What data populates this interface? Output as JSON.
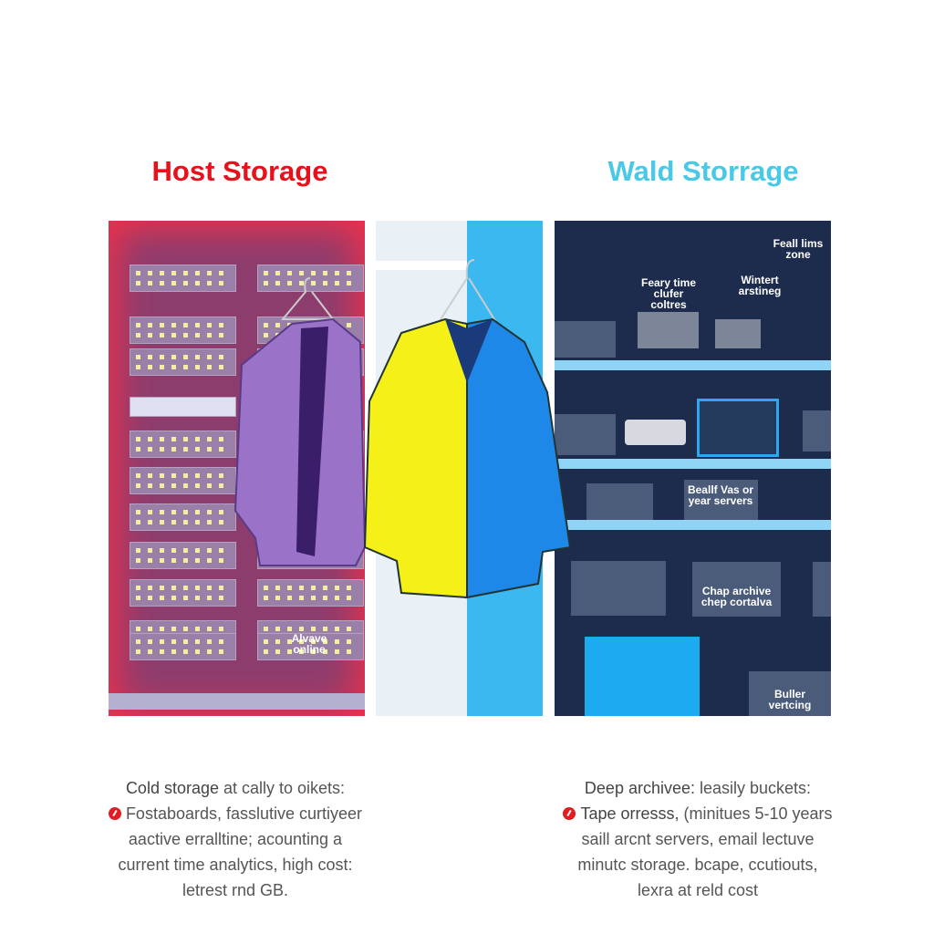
{
  "titles": {
    "left": "Host Storage",
    "right": "Wald Storrage",
    "left_color": "#e8101a",
    "right_color": "#4ac8e8"
  },
  "left_panel": {
    "label": "Alvave online"
  },
  "right_panel": {
    "labels": [
      "Feall lims zone",
      "Feary time clufer coltres",
      "Wintert arstineg",
      "Beallf Vas or year servers",
      "Chap archive chep cortalva",
      "Buller vertcing"
    ]
  },
  "left_desc": {
    "heading_bold": "Cold storage",
    "heading_rest": " at cally to oikets:",
    "bullet_icon": "red-check-bullet",
    "lines": [
      "Fostaboards, fasslutive curtiyeer",
      "aactive erralltine; acounting a",
      "current time analytics, high cost:",
      "letrest rnd GB."
    ]
  },
  "right_desc": {
    "heading_bold": "Deep archivee:",
    "heading_rest": " leasily buckets:",
    "bullet_icon": "red-check-bullet",
    "lines_bold": "Tape orresss,",
    "lines": [
      " (minitues 5-10 years",
      "saill arcnt servers, email lectuve",
      "minutc storage. bcape, ccutiouts,",
      "lexra at reld cost"
    ]
  }
}
